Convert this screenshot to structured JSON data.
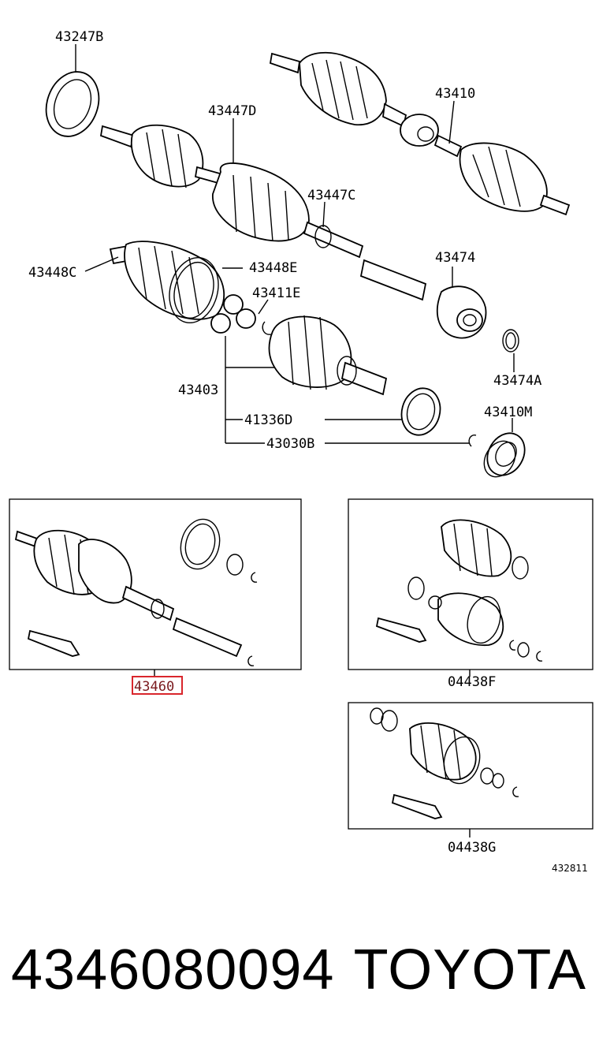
{
  "callouts": {
    "c43247B": "43247B",
    "c43447D": "43447D",
    "c43410": "43410",
    "c43447C": "43447C",
    "c43448C": "43448C",
    "c43448E": "43448E",
    "c43411E": "43411E",
    "c43474": "43474",
    "c43474A": "43474A",
    "c43403": "43403",
    "c41336D": "41336D",
    "c43410M": "43410M",
    "c43030B": "43030B",
    "c43460": "43460",
    "c04438F": "04438F",
    "c04438G": "04438G"
  },
  "diagram_code": "432811",
  "footer": {
    "part_number": "4346080094",
    "brand": "TOYOTA"
  },
  "highlight_color": "#d9262c"
}
